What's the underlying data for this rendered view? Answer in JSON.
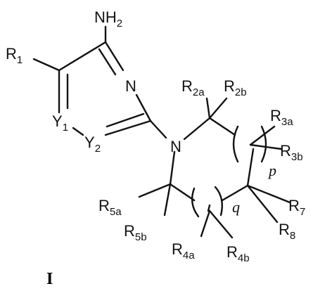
{
  "structure": {
    "compound_label": "I",
    "amino": {
      "main": "NH",
      "sub": "2"
    },
    "ring_n1": "N",
    "ring_n2": "N",
    "r1": {
      "main": "R",
      "sub": "1"
    },
    "y1": {
      "main": "Y",
      "sub": "1"
    },
    "y2": {
      "main": "Y",
      "sub": "2"
    },
    "r2a": {
      "main": "R",
      "sub": "2a"
    },
    "r2b": {
      "main": "R",
      "sub": "2b"
    },
    "r3a": {
      "main": "R",
      "sub": "3a"
    },
    "r3b": {
      "main": "R",
      "sub": "3b"
    },
    "p": "p",
    "q": "q",
    "r5a": {
      "main": "R",
      "sub": "5a"
    },
    "r5b": {
      "main": "R",
      "sub": "5b"
    },
    "r4a": {
      "main": "R",
      "sub": "4a"
    },
    "r4b": {
      "main": "R",
      "sub": "4b"
    },
    "r7": {
      "main": "R",
      "sub": "7"
    },
    "r8": {
      "main": "R",
      "sub": "8"
    }
  }
}
